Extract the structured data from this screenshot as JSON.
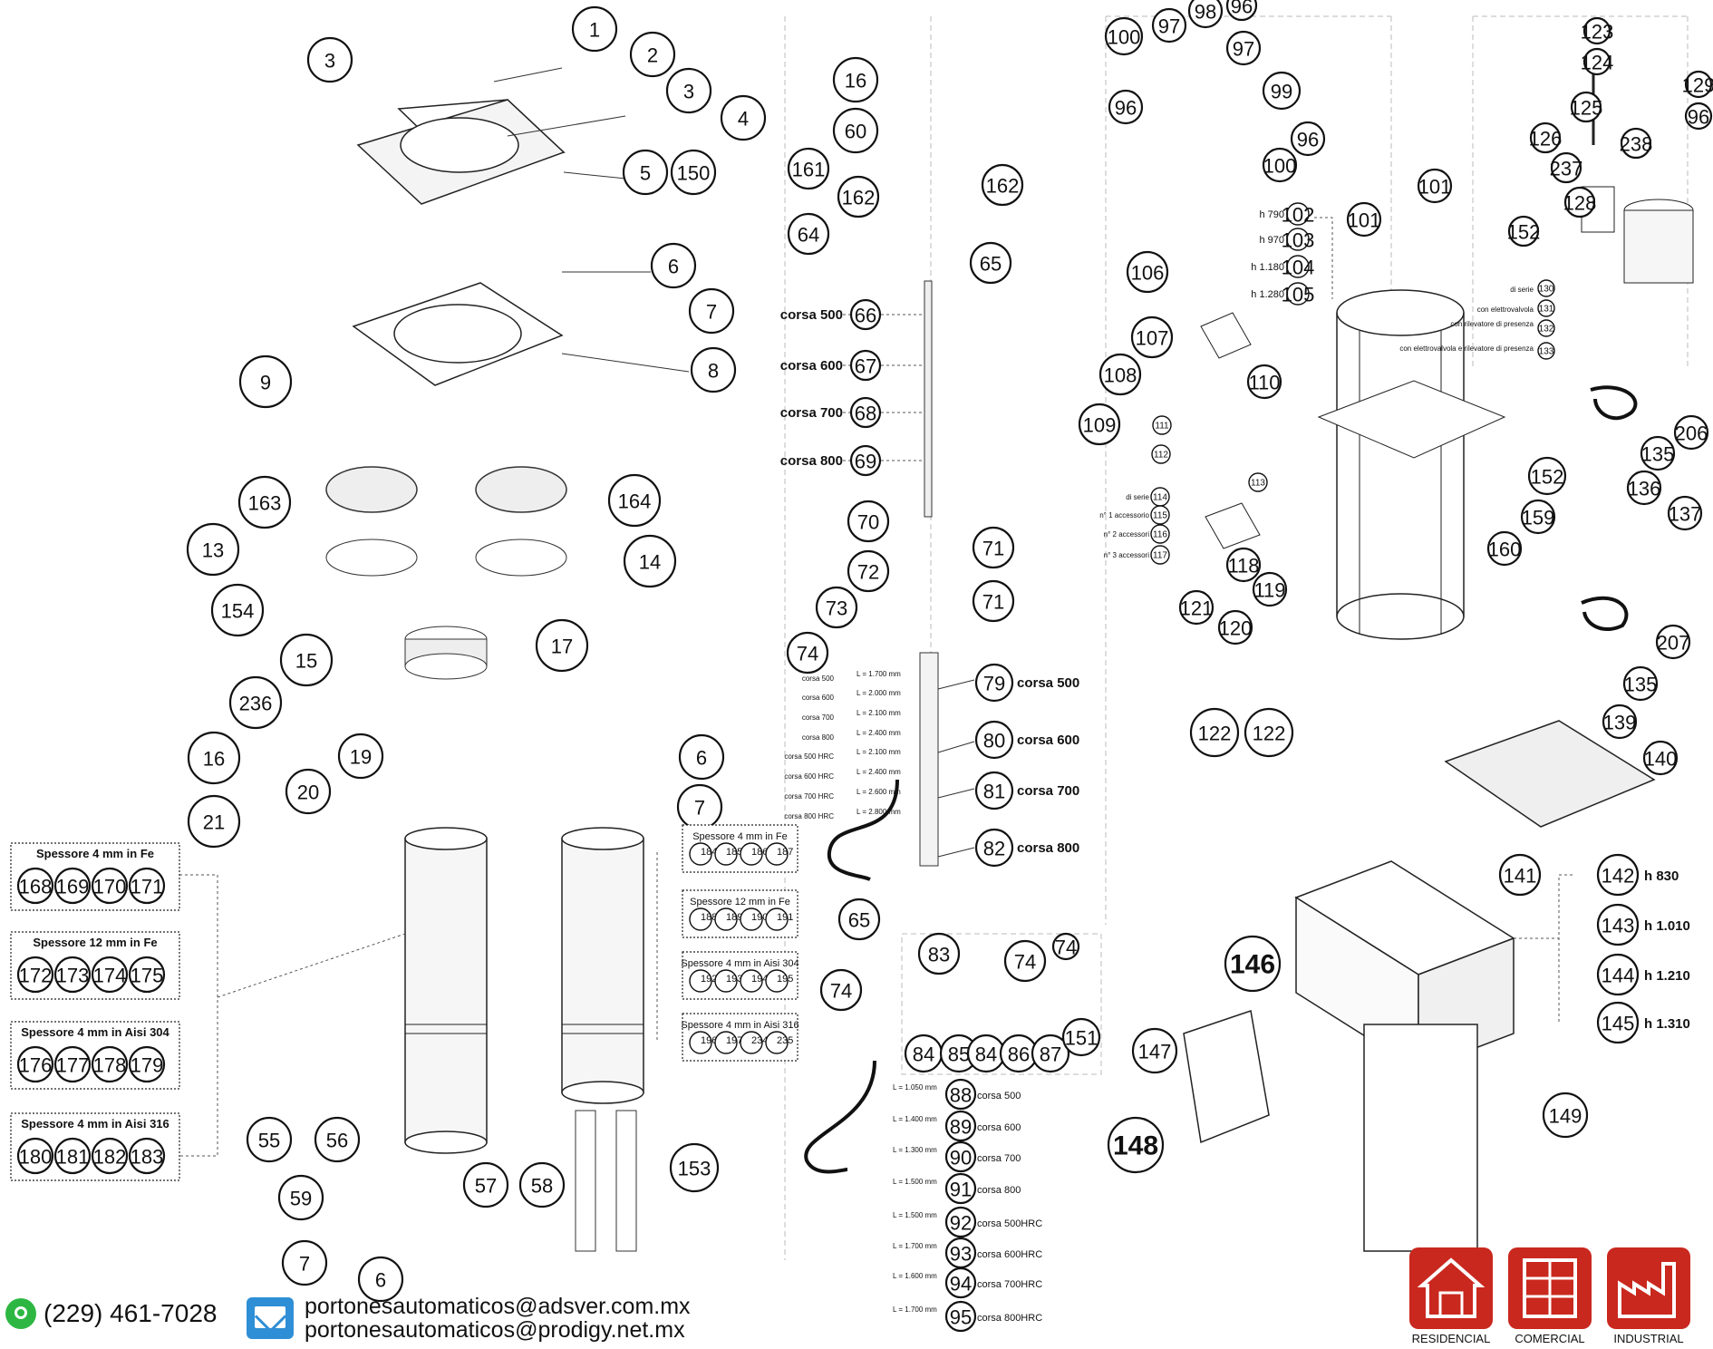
{
  "callouts_main": [
    "1",
    "2",
    "3",
    "3",
    "4",
    "5",
    "150",
    "6",
    "7",
    "8",
    "9",
    "163",
    "164",
    "13",
    "14",
    "154",
    "15",
    "17",
    "236",
    "16",
    "19",
    "20",
    "21",
    "6",
    "7",
    "55",
    "56",
    "57",
    "58",
    "59",
    "7",
    "6",
    "153"
  ],
  "callouts_center": [
    "16",
    "60",
    "161",
    "162",
    "162",
    "64",
    "65",
    "66",
    "67",
    "68",
    "69",
    "70",
    "71",
    "72",
    "71",
    "73",
    "74",
    "79",
    "80",
    "81",
    "82",
    "65",
    "83",
    "74",
    "74",
    "74",
    "84",
    "85",
    "84",
    "86",
    "87",
    "151",
    "88",
    "89",
    "90",
    "91",
    "92",
    "93",
    "94",
    "95"
  ],
  "callouts_right": [
    "100",
    "97",
    "98",
    "96",
    "97",
    "99",
    "96",
    "96",
    "100",
    "101",
    "101",
    "102",
    "103",
    "104",
    "105",
    "106",
    "107",
    "108",
    "109",
    "110",
    "111",
    "112",
    "113",
    "114",
    "115",
    "116",
    "117",
    "118",
    "119",
    "120",
    "121",
    "122",
    "122",
    "123",
    "124",
    "125",
    "126",
    "237",
    "238",
    "128",
    "129",
    "96",
    "152",
    "130",
    "131",
    "132",
    "133",
    "206",
    "135",
    "136",
    "137",
    "152",
    "159",
    "160",
    "207",
    "135",
    "139",
    "140",
    "141",
    "142",
    "143",
    "144",
    "145",
    "146",
    "147",
    "148",
    "149"
  ],
  "stroke_labels": {
    "rod": [
      "corsa 500",
      "corsa 600",
      "corsa 700",
      "corsa 800"
    ],
    "cylinder": [
      "corsa 500",
      "corsa 600",
      "corsa 700",
      "corsa 800"
    ],
    "hose_small": [
      "corsa 500",
      "corsa 600",
      "corsa 700",
      "corsa 800",
      "corsa 500 HRC",
      "corsa 600 HRC",
      "corsa 700 HRC",
      "corsa 800 HRC"
    ],
    "hose_small_len": [
      "L = 1.700 mm",
      "L = 2.000 mm",
      "L = 2.100 mm",
      "L = 2.400 mm",
      "L = 2.100 mm",
      "L = 2.400 mm",
      "L = 2.600 mm",
      "L = 2.800 mm"
    ],
    "hose_long": [
      "corsa 500",
      "corsa 600",
      "corsa 700",
      "corsa 800",
      "corsa 500HRC",
      "corsa 600HRC",
      "corsa 700HRC",
      "corsa 800HRC"
    ],
    "hose_long_len": [
      "L = 1.050 mm",
      "L = 1.400 mm",
      "L = 1.300 mm",
      "L = 1.500 mm",
      "L = 1.500 mm",
      "L = 1.700 mm",
      "L = 1.600 mm",
      "L = 1.700 mm"
    ]
  },
  "heights_left": [
    "h 790",
    "h 970",
    "h 1.180",
    "h 1.280"
  ],
  "heights_right": [
    "h 830",
    "h 1.010",
    "h 1.210",
    "h 1.310"
  ],
  "motor_options": [
    "di serie",
    "con elettrovalvola",
    "con rilevatore di presenza",
    "con elettrovalvola e rilevatore di presenza"
  ],
  "box_options": [
    "di serie",
    "n° 1 accessorio",
    "n° 2 accessori",
    "n° 3 accessori"
  ],
  "thickness_groups": [
    {
      "title": "Spessore 4 mm in Fe",
      "codes": [
        "168",
        "169",
        "170",
        "171"
      ]
    },
    {
      "title": "Spessore 12 mm in Fe",
      "codes": [
        "172",
        "173",
        "174",
        "175"
      ]
    },
    {
      "title": "Spessore 4 mm in Aisi 304",
      "codes": [
        "176",
        "177",
        "178",
        "179"
      ]
    },
    {
      "title": "Spessore 4 mm in Aisi 316",
      "codes": [
        "180",
        "181",
        "182",
        "183"
      ]
    }
  ],
  "thickness_groups_right": [
    {
      "title": "Spessore 4 mm in Fe",
      "codes": [
        "184",
        "185",
        "186",
        "187"
      ]
    },
    {
      "title": "Spessore 12 mm in Fe",
      "codes": [
        "188",
        "189",
        "190",
        "191"
      ]
    },
    {
      "title": "Spessore 4 mm in Aisi 304",
      "codes": [
        "192",
        "193",
        "194",
        "195"
      ]
    },
    {
      "title": "Spessore 4 mm in Aisi 316",
      "codes": [
        "196",
        "197",
        "234",
        "235"
      ]
    }
  ],
  "contact": {
    "phone": "(229) 461-7028",
    "email1": "portonesautomaticos@adsver.com.mx",
    "email2": "portonesautomaticos@prodigy.net.mx"
  },
  "badges": [
    "RESIDENCIAL",
    "COMERCIAL",
    "INDUSTRIAL"
  ],
  "icons": [
    "whatsapp-icon",
    "mail-icon",
    "house-icon",
    "building-icon",
    "factory-icon"
  ],
  "colors": {
    "badge": "#c9281e",
    "whatsapp": "#2db742",
    "mail": "#2f8fd6"
  }
}
